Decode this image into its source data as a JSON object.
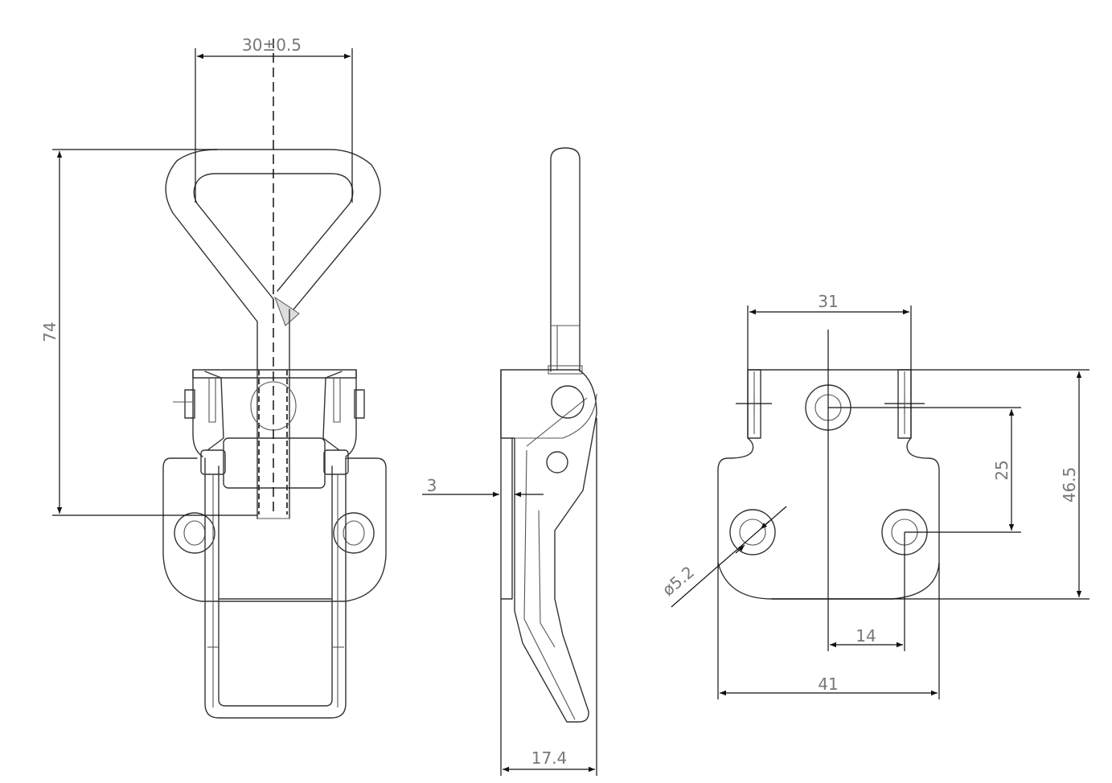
{
  "dimensions": {
    "width_tolerance": "30±0.5",
    "height_overall": "74",
    "plate_thickness": "3",
    "side_depth": "17.4",
    "hole_spacing_x": "31",
    "hole_spacing_y": "25",
    "base_height": "46.5",
    "hole_diameter": "ø5.2",
    "hole_offset": "14",
    "base_width": "41"
  }
}
